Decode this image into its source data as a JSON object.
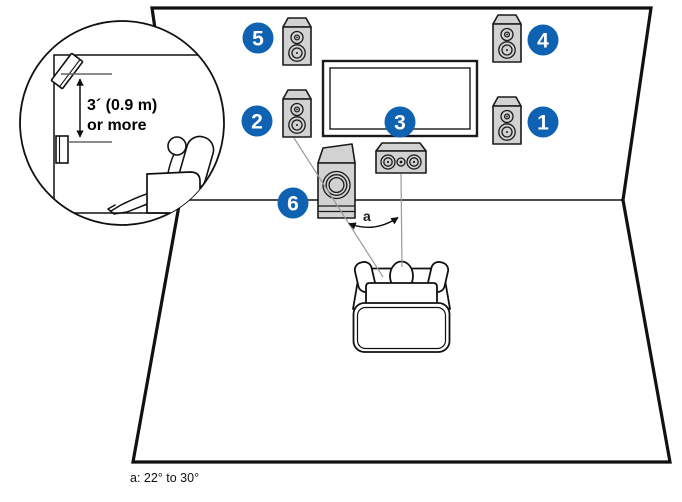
{
  "diagram_title": "speaker-placement-diagram",
  "badges": [
    {
      "label": "1"
    },
    {
      "label": "2"
    },
    {
      "label": "3"
    },
    {
      "label": "4"
    },
    {
      "label": "5"
    },
    {
      "label": "6"
    }
  ],
  "inset": {
    "line1": "3´ (0.9 m)",
    "line2": "or more"
  },
  "angle": {
    "label": "a"
  },
  "caption": {
    "text": "a: 22° to 30°"
  },
  "colors": {
    "badge_blue": "#0f62b2",
    "speaker_gray": "#d2d2d2",
    "outline": "#111111",
    "guide_line": "#9a9a9a"
  }
}
